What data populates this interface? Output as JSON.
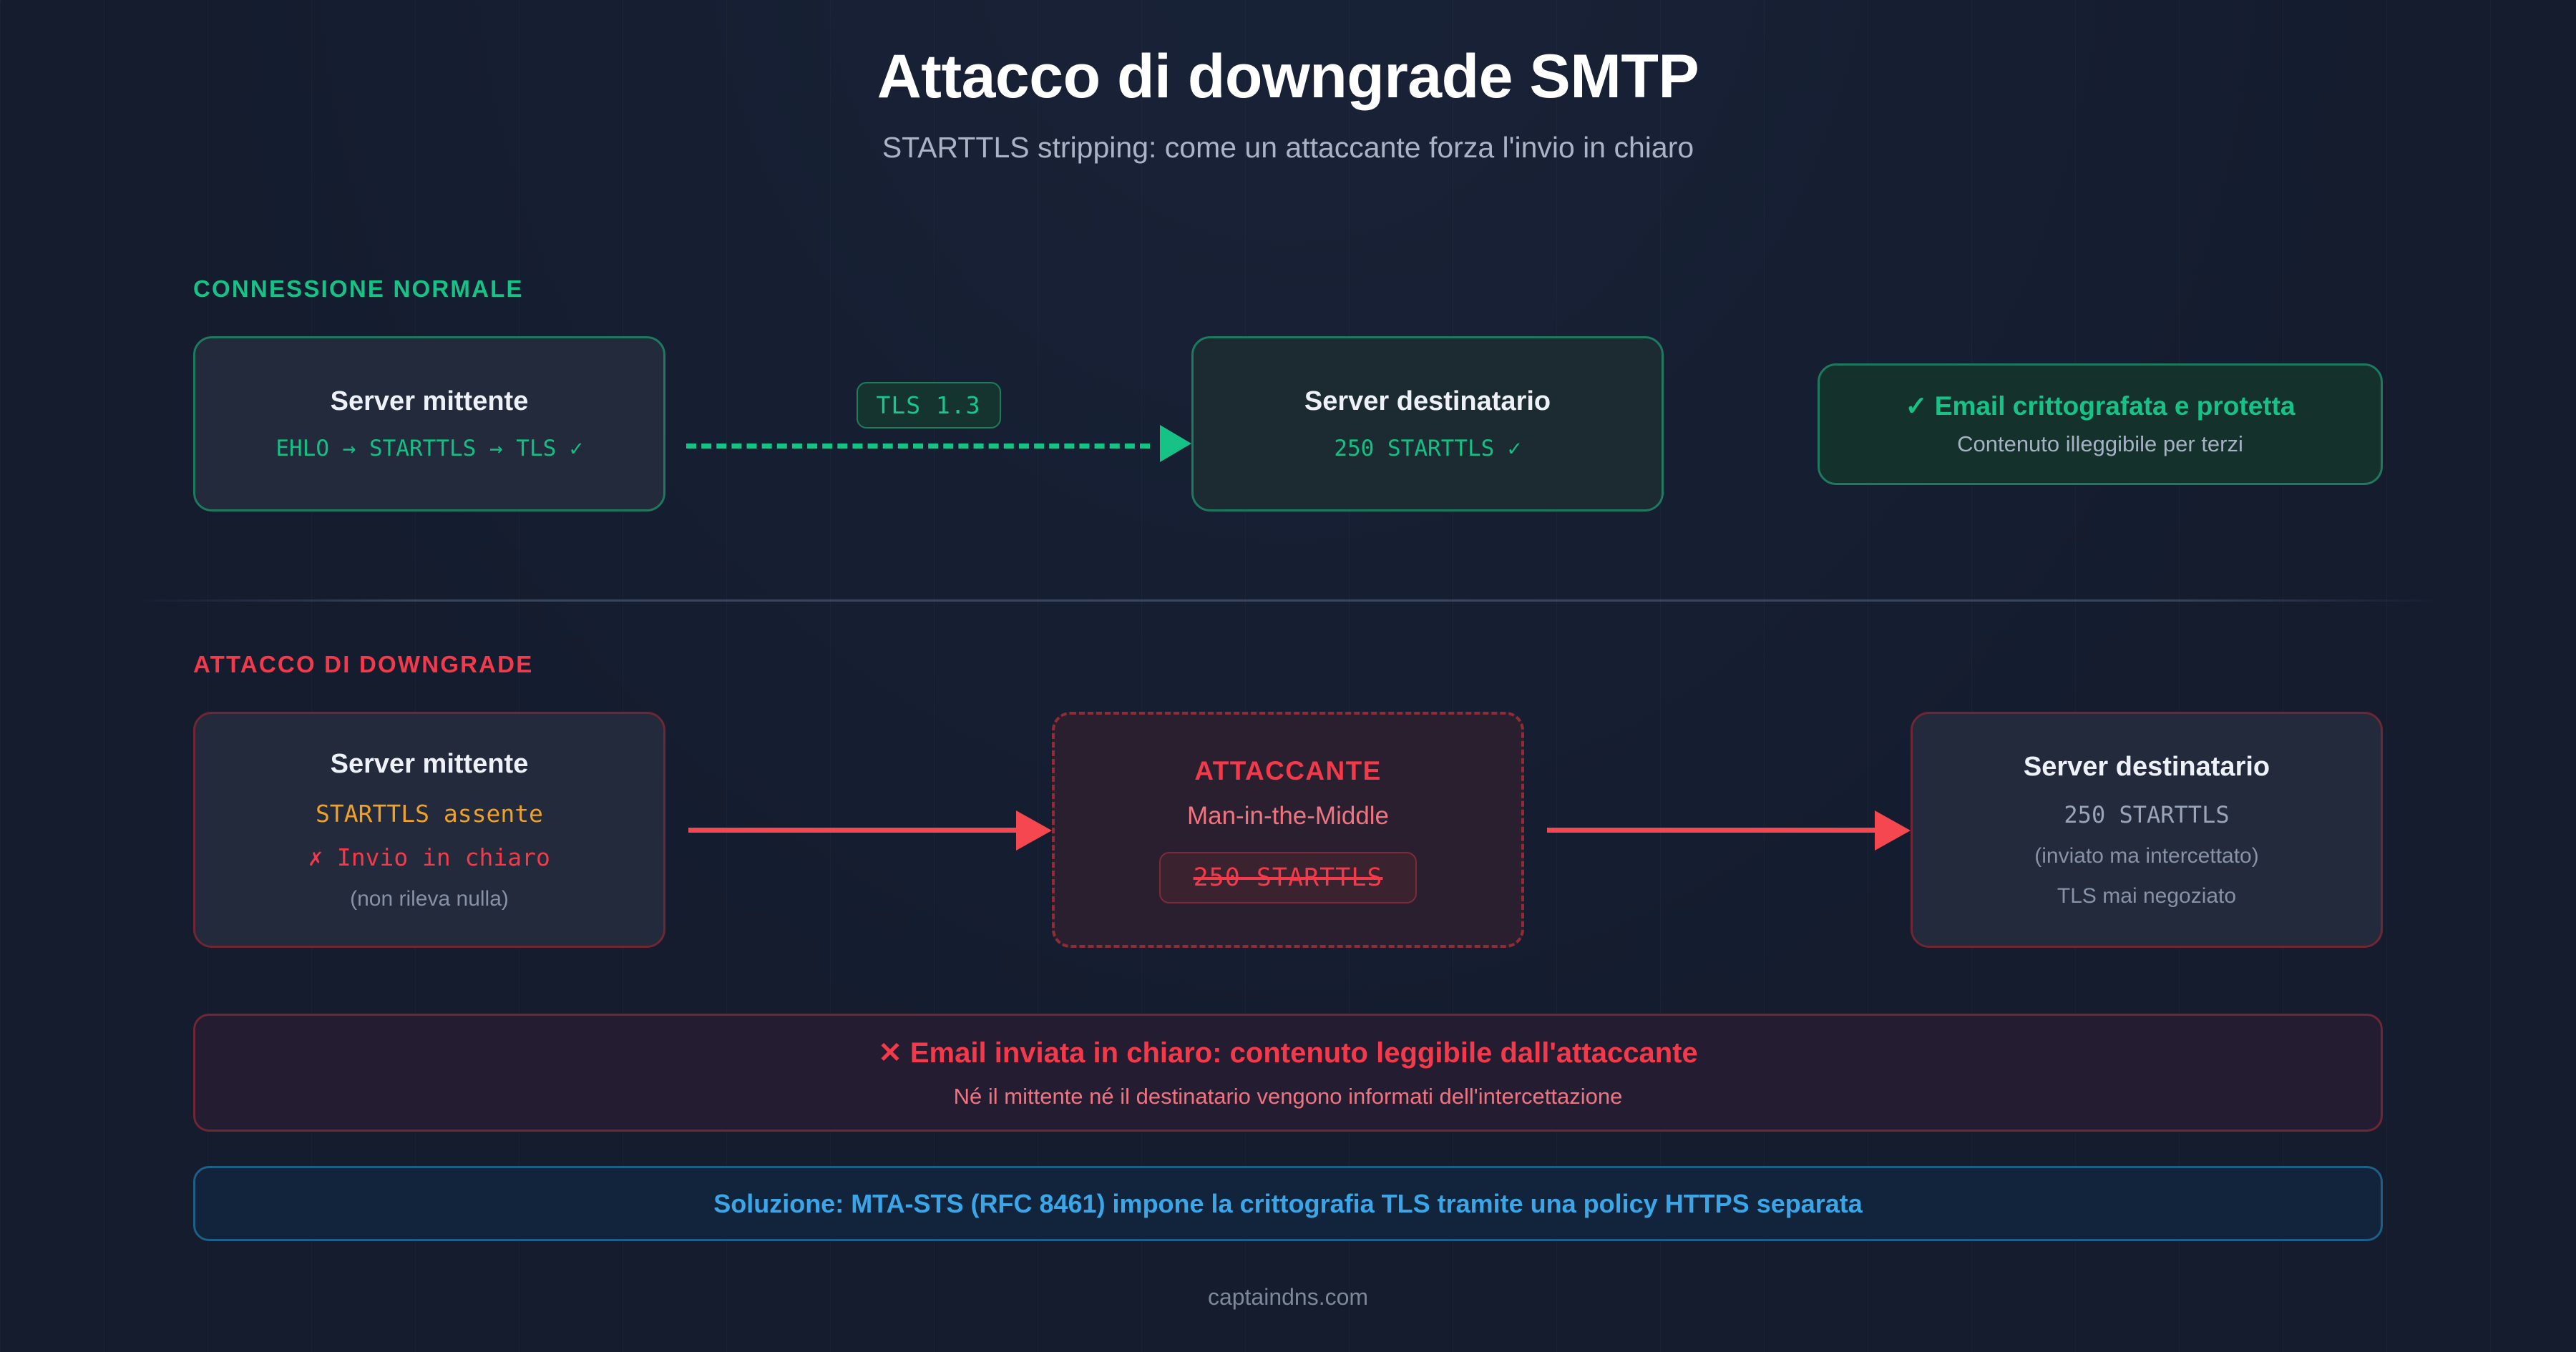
{
  "header": {
    "title": "Attacco di downgrade SMTP",
    "subtitle": "STARTTLS stripping: come un attaccante forza l'invio in chiaro"
  },
  "normal_section": {
    "label": "CONNESSIONE NORMALE",
    "sender": {
      "title": "Server mittente",
      "detail": "EHLO → STARTTLS → TLS ✓"
    },
    "connector": {
      "badge": "TLS 1.3"
    },
    "receiver": {
      "title": "Server destinatario",
      "detail": "250 STARTTLS ✓"
    },
    "status": {
      "main": "✓ Email crittografata e protetta",
      "sub": "Contenuto illeggibile per terzi"
    }
  },
  "attack_section": {
    "label": "ATTACCO DI DOWNGRADE",
    "sender": {
      "title": "Server mittente",
      "line1": "STARTTLS assente",
      "line2": "✗ Invio in chiaro",
      "line3": "(non rileva nulla)"
    },
    "attacker": {
      "title": "ATTACCANTE",
      "subtitle": "Man-in-the-Middle",
      "chip": "250 STARTTLS"
    },
    "receiver": {
      "title": "Server destinatario",
      "line1": "250 STARTTLS",
      "line2": "(inviato ma intercettato)",
      "line3": "TLS mai negoziato"
    },
    "alert": {
      "main": "✕ Email inviata in chiaro: contenuto leggibile dall'attaccante",
      "sub": "Né il mittente né il destinatario vengono informati dell'intercettazione"
    },
    "solution": {
      "text": "Soluzione: MTA-STS (RFC 8461) impone la crittografia TLS tramite una policy HTTPS separata"
    }
  },
  "footer": {
    "source": "captaindns.com"
  },
  "colors": {
    "background": "#141c2e",
    "card": "#222a3c",
    "green": "#16c286",
    "red": "#f4394a",
    "amber": "#f0a227",
    "blue": "#3aa6e8",
    "muted": "#8892a6"
  }
}
